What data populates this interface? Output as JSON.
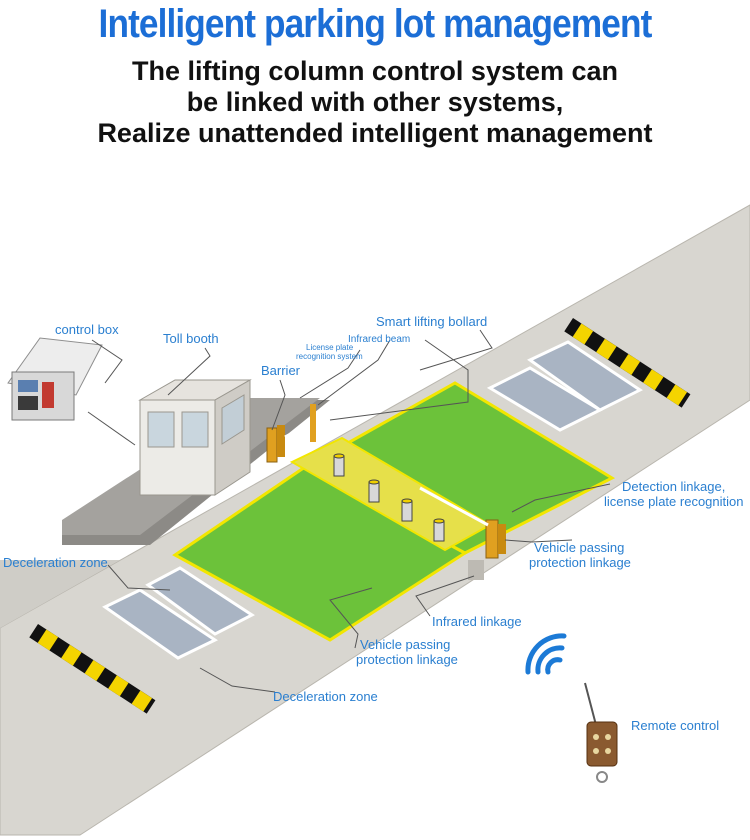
{
  "title": "Intelligent parking lot management",
  "subtitle": {
    "line1": "The lifting column control system can",
    "line2": "be linked with other systems,",
    "line3": "Realize unattended intelligent management"
  },
  "labels": {
    "control_box": "control box",
    "toll_booth": "Toll booth",
    "smart_bollard": "Smart lifting bollard",
    "infrared_beam": "Infrared beam",
    "plate_recognition_line1": "License plate",
    "plate_recognition_line2": "recognition system",
    "barrier": "Barrier",
    "detection_linkage_line1": "Detection linkage,",
    "detection_linkage_line2": "license plate recognition",
    "vehicle_passing_right_line1": "Vehicle passing",
    "vehicle_passing_right_line2": "protection linkage",
    "deceleration_zone_left": "Deceleration zone",
    "infrared_linkage": "Infrared linkage",
    "vehicle_passing_bottom_line1": "Vehicle passing",
    "vehicle_passing_bottom_line2": "protection linkage",
    "deceleration_zone_bottom": "Deceleration zone",
    "remote_control": "Remote control"
  },
  "colors": {
    "title": "#1c6ed6",
    "label": "#2a7fd0",
    "road": "#d8d6d0",
    "green_zone": "#6cc23a",
    "zone_border": "#f2e600",
    "speed_bump_yellow": "#f4d400",
    "speed_bump_black": "#111111"
  }
}
